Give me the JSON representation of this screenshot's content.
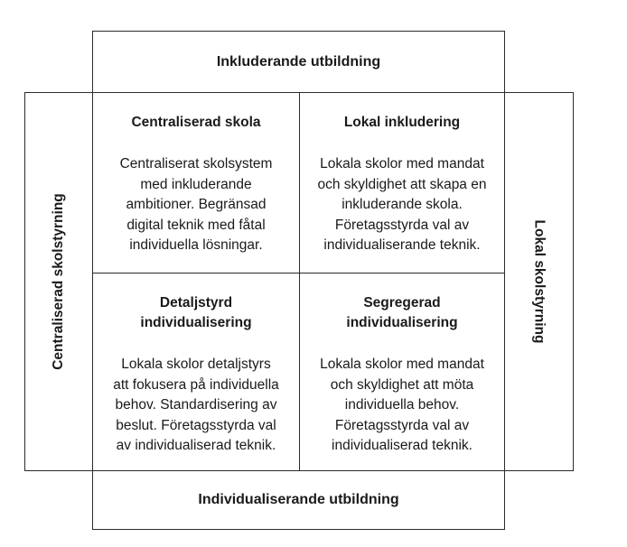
{
  "diagram": {
    "axes": {
      "top": "Inkluderande utbildning",
      "bottom": "Individualiserande utbildning",
      "left": "Centraliserad skolstyrning",
      "right": "Lokal skolstyrning"
    },
    "quadrants": {
      "top_left": {
        "title": "Centraliserad skola",
        "body": "Centraliserat skolsystem\nmed inkluderande\nambitioner. Begränsad\ndigital teknik med fåtal\nindividuella lösningar."
      },
      "top_right": {
        "title": "Lokal inkludering",
        "body": "Lokala skolor med mandat\noch skyldighet att skapa en\ninkluderande skola.\nFöretagsstyrda val av\nindividualiserande teknik."
      },
      "bottom_left": {
        "title": "Detaljstyrd\nindividualisering",
        "body": "Lokala skolor detaljstyrs\natt fokusera på individuella\nbehov. Standardisering av\nbeslut.  Företagsstyrda val\nav individualiserad teknik."
      },
      "bottom_right": {
        "title": "Segregerad\nindividualisering",
        "body": "Lokala skolor med mandat\noch skyldighet att möta\nindividuella behov.\nFöretagsstyrda val av\nindividualiserad teknik."
      }
    },
    "colors": {
      "border": "#2b2b2b",
      "text": "#1a1a1a",
      "background": "#ffffff"
    }
  }
}
